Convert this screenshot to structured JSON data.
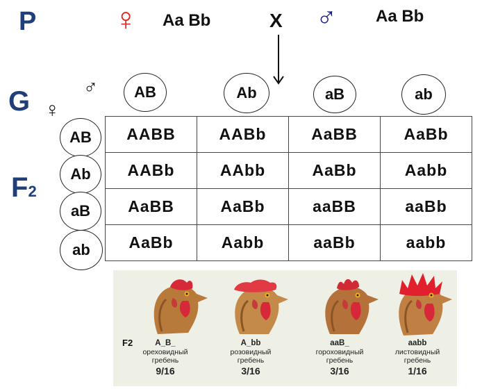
{
  "labels": {
    "p": "P",
    "g": "G",
    "f2_main": "F",
    "f2_sub": "2",
    "cross": "X"
  },
  "parents": {
    "female_genotype": "Aa Bb",
    "male_genotype": "Aa Bb"
  },
  "symbols": {
    "female": "♀",
    "male": "♂"
  },
  "colors": {
    "female_symbol": "#e2231a",
    "male_symbol": "#1a1f8c",
    "row_labels": "#1f3e7a",
    "panel_bg": "#eef0e6"
  },
  "male_gametes": [
    "AB",
    "Ab",
    "aB",
    "ab"
  ],
  "female_gametes": [
    "AB",
    "Ab",
    "aB",
    "ab"
  ],
  "punnett": [
    [
      "AABB",
      "AABb",
      "AaBB",
      "AaBb"
    ],
    [
      "AABb",
      "AAbb",
      "AaBb",
      "Aabb"
    ],
    [
      "AaBB",
      "AaBb",
      "aaBB",
      "aaBb"
    ],
    [
      "AaBb",
      "Aabb",
      "aaBb",
      "aabb"
    ]
  ],
  "phenotypes_panel": {
    "label": "F2",
    "items": [
      {
        "genotype": "A_B_",
        "name": "ореховидный",
        "comb": "гребень",
        "ratio": "9/16",
        "icon": "walnut-comb-rooster-icon"
      },
      {
        "genotype": "A_bb",
        "name": "розовидный",
        "comb": "гребень",
        "ratio": "3/16",
        "icon": "rose-comb-rooster-icon"
      },
      {
        "genotype": "aaB_",
        "name": "гороховидный",
        "comb": "гребень",
        "ratio": "3/16",
        "icon": "pea-comb-rooster-icon"
      },
      {
        "genotype": "aabb",
        "name": "листовидный",
        "comb": "гребень",
        "ratio": "1/16",
        "icon": "single-comb-rooster-icon"
      }
    ]
  }
}
